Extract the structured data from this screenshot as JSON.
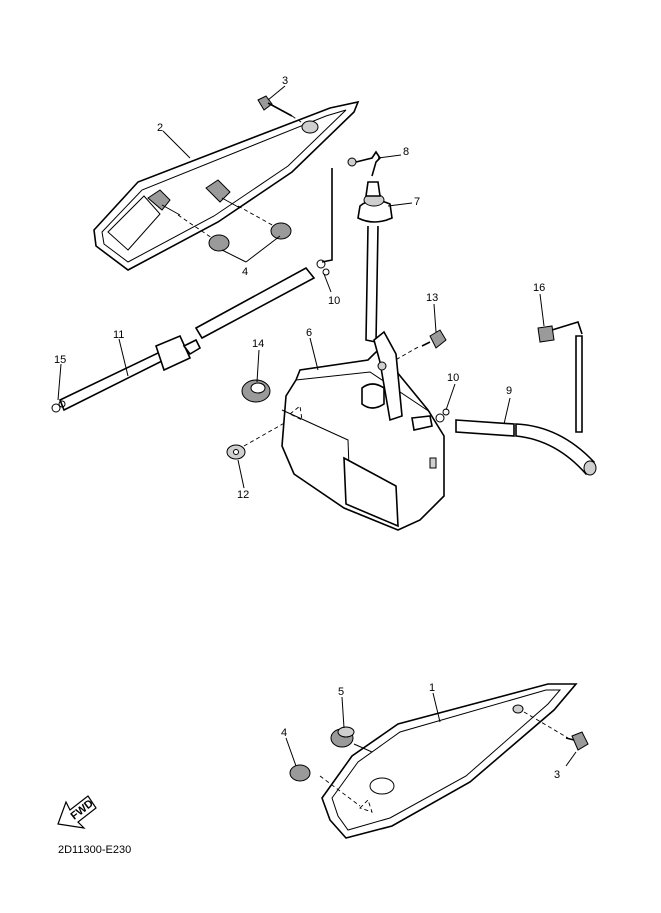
{
  "diagram_code": "2D11300-E230",
  "fwd_label": "FWD",
  "callouts": {
    "c1": "1",
    "c2": "2",
    "c3a": "3",
    "c3b": "3",
    "c4a": "4",
    "c4b": "4",
    "c5": "5",
    "c6": "6",
    "c7": "7",
    "c8": "8",
    "c9": "9",
    "c10a": "10",
    "c10b": "10",
    "c11": "11",
    "c12": "12",
    "c13": "13",
    "c14": "14",
    "c15": "15",
    "c16": "16"
  }
}
